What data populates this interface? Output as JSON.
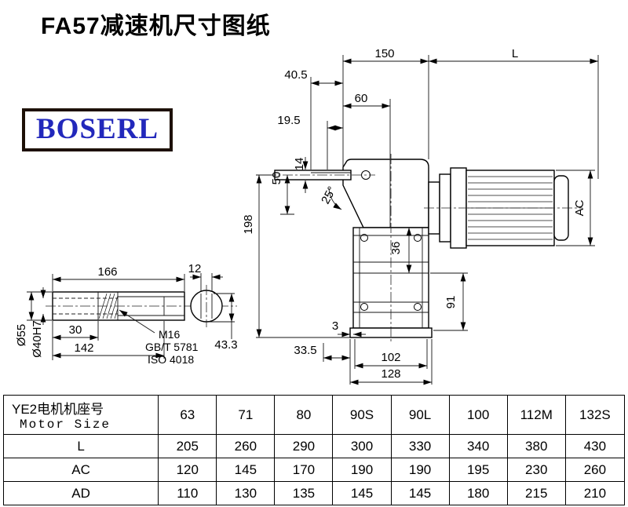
{
  "title": "FA57减速机尺寸图纸",
  "logo": {
    "text": "BOSERL"
  },
  "drawing": {
    "dims": {
      "d150": "150",
      "dL": "L",
      "d40_5": "40.5",
      "d60": "60",
      "d19_5": "19.5",
      "d50": "50",
      "d14": "14",
      "d25": "25°",
      "d198": "198",
      "d36": "36",
      "dAC": "AC",
      "d91": "91",
      "d3": "3",
      "d33_5": "33.5",
      "d102": "102",
      "d128": "128",
      "d166": "166",
      "d12": "12",
      "d30": "30",
      "d142": "142",
      "d55": "Ø55",
      "d40h7": "Ø40H7",
      "d43_3": "43.3"
    },
    "notes": {
      "m16": "M16",
      "gbt": "GB/T 5781",
      "iso": "ISO 4018"
    }
  },
  "table": {
    "header_cn": "YE2电机机座号",
    "header_en": "Motor Size",
    "sizes": [
      "63",
      "71",
      "80",
      "90S",
      "90L",
      "100",
      "112M",
      "132S"
    ],
    "rows": [
      {
        "label": "L",
        "values": [
          "205",
          "260",
          "290",
          "300",
          "330",
          "340",
          "380",
          "430"
        ]
      },
      {
        "label": "AC",
        "values": [
          "120",
          "145",
          "170",
          "190",
          "190",
          "195",
          "230",
          "260"
        ]
      },
      {
        "label": "AD",
        "values": [
          "110",
          "130",
          "135",
          "145",
          "145",
          "180",
          "215",
          "210"
        ]
      }
    ]
  }
}
